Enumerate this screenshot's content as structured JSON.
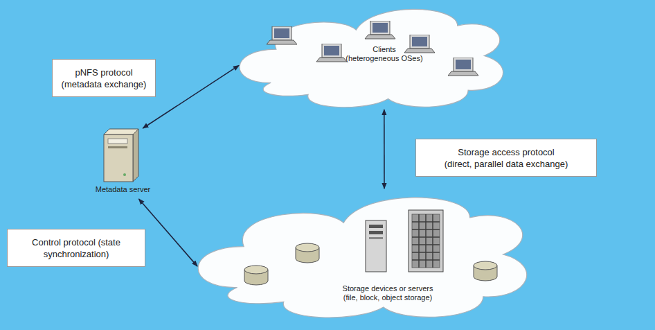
{
  "diagram": {
    "nodes": [
      {
        "text": [
          "Clients (heterogeneous OSes)"
        ]
      },
      {
        "text": [
          "Metadata server"
        ]
      },
      {
        "text": [
          "Storage devices or servers (file, block, object storage)"
        ]
      }
    ],
    "edges": [
      {
        "from": 1,
        "to": 0,
        "arrow": "both",
        "label": "pNFS protocol (metadata exchange)"
      },
      {
        "from": 0,
        "to": 2,
        "arrow": "both",
        "label": "Storage access protocol (direct, parallel data exchange)"
      },
      {
        "from": 1,
        "to": 2,
        "arrow": "both",
        "label": "Control protocol (state synchronization)"
      }
    ]
  }
}
